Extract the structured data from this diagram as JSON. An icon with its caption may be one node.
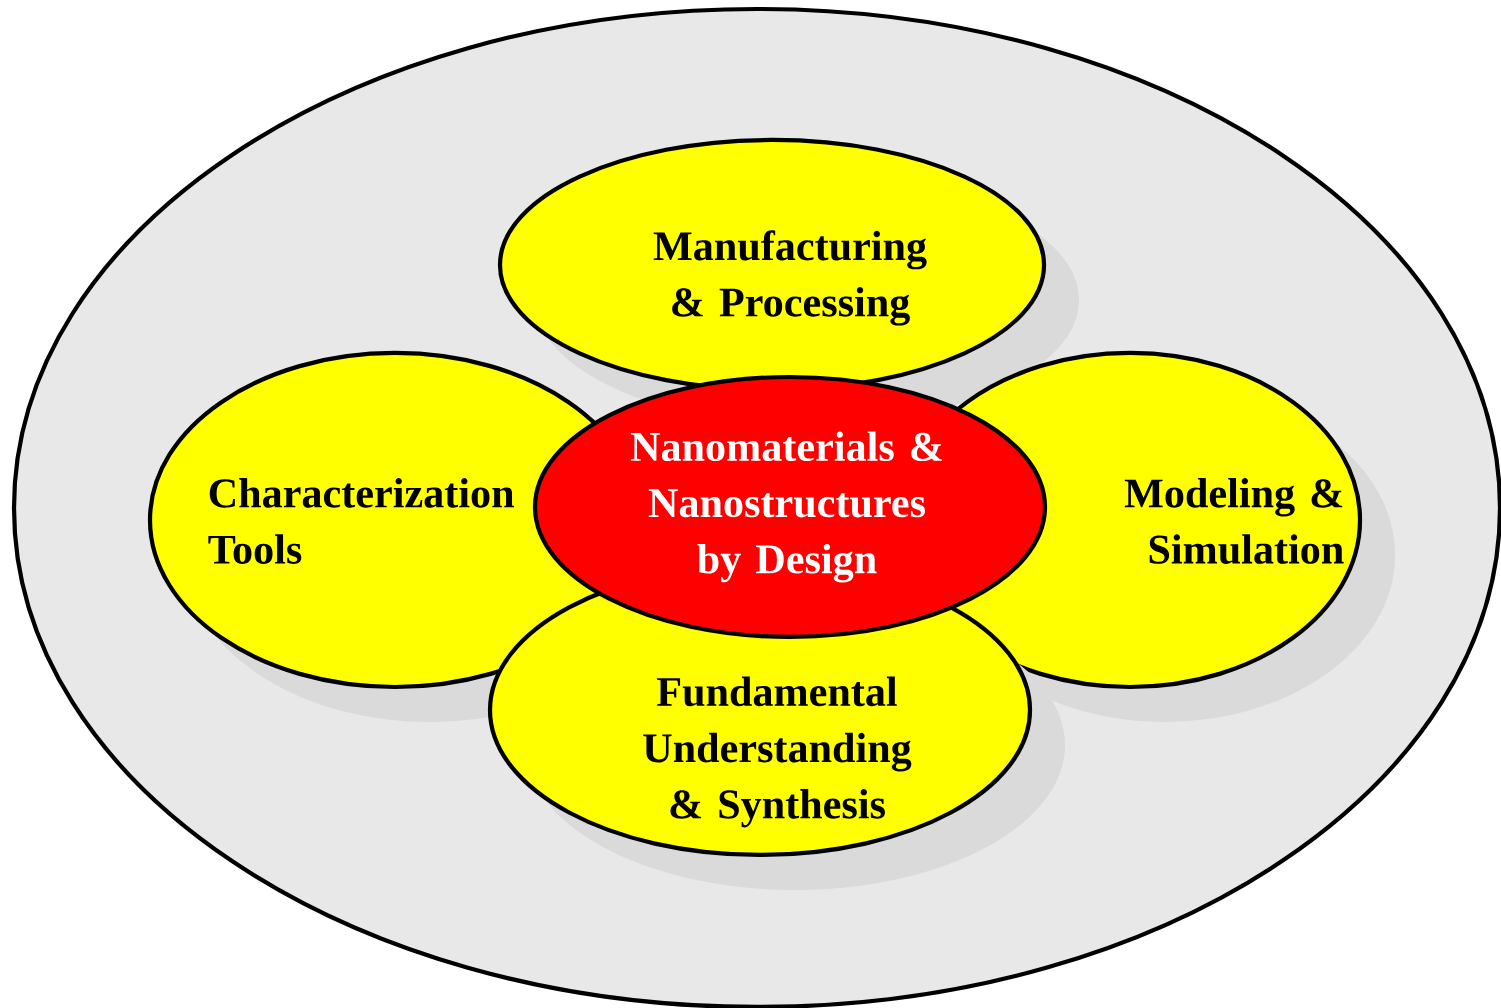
{
  "diagram": {
    "nodes": [
      {
        "text": [],
        "shape": "ellipse"
      },
      {
        "text": [
          "Manufacturing & Processing"
        ],
        "in": 0
      },
      {
        "text": [
          "Characterization Tools"
        ],
        "in": 0
      },
      {
        "text": [
          "Modeling & Simulation"
        ],
        "in": 0
      },
      {
        "text": [
          "Fundamental Understanding & Synthesis"
        ],
        "in": 0
      },
      {
        "text": [
          "Nanomaterials & Nanostructures by Design"
        ],
        "in": 0
      }
    ]
  }
}
